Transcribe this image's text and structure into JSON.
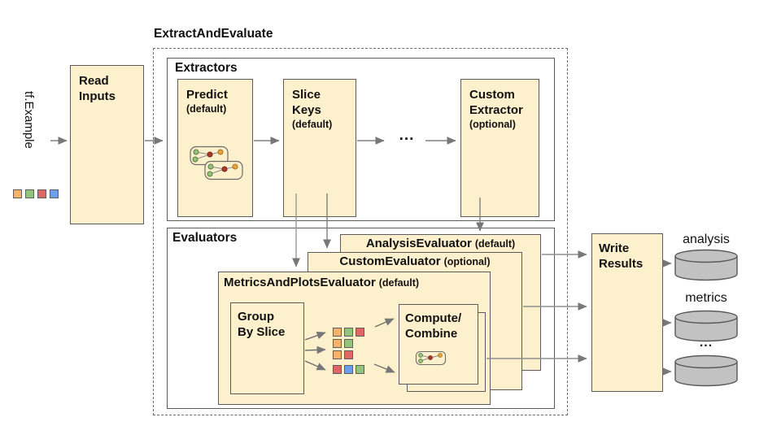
{
  "title": "ExtractAndEvaluate",
  "input": {
    "label": "tf.Example",
    "squares": [
      "orange",
      "green",
      "red",
      "blue"
    ]
  },
  "read_inputs": {
    "label": "Read\nInputs"
  },
  "extractors": {
    "label": "Extractors",
    "predict": {
      "title": "Predict",
      "subtitle": "(default)"
    },
    "slice_keys": {
      "title": "Slice\nKeys",
      "subtitle": "(default)"
    },
    "ellipsis": "...",
    "custom_extractor": {
      "title": "Custom\nExtractor",
      "subtitle": "(optional)"
    }
  },
  "evaluators": {
    "label": "Evaluators",
    "analysis_evaluator": {
      "title": "AnalysisEvaluator",
      "subtitle": "(default)"
    },
    "custom_evaluator": {
      "title": "CustomEvaluator",
      "subtitle": "(optional)"
    },
    "metrics_plots_evaluator": {
      "title": "MetricsAndPlotsEvaluator",
      "subtitle": "(default)"
    },
    "group_by_slice": {
      "label": "Group\nBy Slice"
    },
    "compute_combine": {
      "label": "Compute/\nCombine"
    },
    "slice_rows": [
      [
        "orange",
        "green",
        "red"
      ],
      [
        "orange",
        "green"
      ],
      [
        "orange",
        "red"
      ],
      [
        "red",
        "blue",
        "green"
      ]
    ]
  },
  "write_results": {
    "label": "Write\nResults"
  },
  "outputs": {
    "analysis_label": "analysis",
    "metrics_label": "metrics",
    "ellipsis": "..."
  },
  "icons": {
    "predict": "model-graph-icon",
    "compute": "combine-graph-icon",
    "output_store": "database-cylinder-icon"
  },
  "colors": {
    "box_fill": "#FDF0CC",
    "box_border": "#5B5B5B",
    "orange": "#F6B26B",
    "green": "#93C47D",
    "red": "#E06666",
    "blue": "#6D9EEB",
    "cylinder_fill": "#C2C2C2",
    "arrow": "#808080"
  }
}
